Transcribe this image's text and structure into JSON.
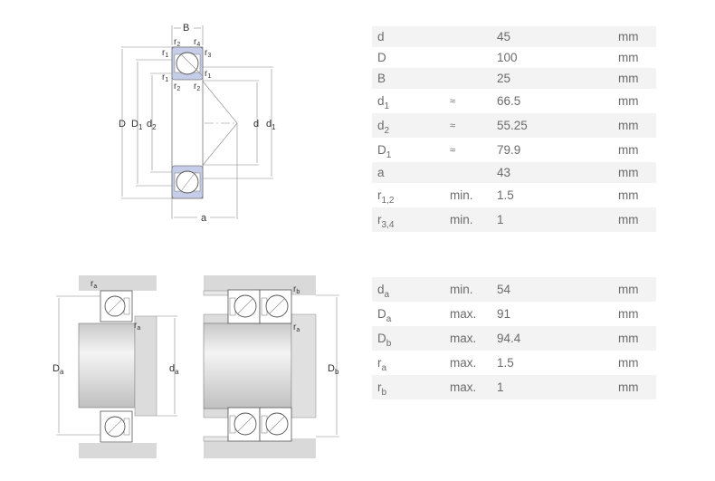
{
  "diagrams": {
    "main": {
      "labels": {
        "B": "B",
        "D": "D",
        "D1_base": "D",
        "D1_sub": "1",
        "d2_base": "d",
        "d2_sub": "2",
        "d": "d",
        "d1_base": "d",
        "d1_sub": "1",
        "a": "a",
        "r1_base": "r",
        "r1_sub": "1",
        "r2_base": "r",
        "r2_sub": "2",
        "r3_base": "r",
        "r3_sub": "3",
        "r4_base": "r",
        "r4_sub": "4"
      }
    },
    "single": {
      "labels": {
        "Da_base": "D",
        "Da_sub": "a",
        "da_base": "d",
        "da_sub": "a",
        "ra_base": "r",
        "ra_sub": "a"
      }
    },
    "pair": {
      "labels": {
        "Db_base": "D",
        "Db_sub": "b",
        "rb_base": "r",
        "rb_sub": "b",
        "ra_base": "r",
        "ra_sub": "a"
      }
    },
    "colors": {
      "ring_fill": "#c5cde8",
      "housing": "#d9d9d9",
      "line": "#555555"
    }
  },
  "bearing_dimensions": [
    {
      "sym": "d",
      "sub": "",
      "qual": "",
      "value": "45",
      "unit": "mm"
    },
    {
      "sym": "D",
      "sub": "",
      "qual": "",
      "value": "100",
      "unit": "mm"
    },
    {
      "sym": "B",
      "sub": "",
      "qual": "",
      "value": "25",
      "unit": "mm"
    },
    {
      "sym": "d",
      "sub": "1",
      "qual": "≈",
      "value": "66.5",
      "unit": "mm"
    },
    {
      "sym": "d",
      "sub": "2",
      "qual": "≈",
      "value": "55.25",
      "unit": "mm"
    },
    {
      "sym": "D",
      "sub": "1",
      "qual": "≈",
      "value": "79.9",
      "unit": "mm"
    },
    {
      "sym": "a",
      "sub": "",
      "qual": "",
      "value": "43",
      "unit": "mm"
    },
    {
      "sym": "r",
      "sub": "1,2",
      "qual": "min.",
      "value": "1.5",
      "unit": "mm"
    },
    {
      "sym": "r",
      "sub": "3,4",
      "qual": "min.",
      "value": "1",
      "unit": "mm"
    }
  ],
  "abutment_dimensions": [
    {
      "sym": "d",
      "sub": "a",
      "qual": "min.",
      "value": "54",
      "unit": "mm"
    },
    {
      "sym": "D",
      "sub": "a",
      "qual": "max.",
      "value": "91",
      "unit": "mm"
    },
    {
      "sym": "D",
      "sub": "b",
      "qual": "max.",
      "value": "94.4",
      "unit": "mm"
    },
    {
      "sym": "r",
      "sub": "a",
      "qual": "max.",
      "value": "1.5",
      "unit": "mm"
    },
    {
      "sym": "r",
      "sub": "b",
      "qual": "max.",
      "value": "1",
      "unit": "mm"
    }
  ]
}
